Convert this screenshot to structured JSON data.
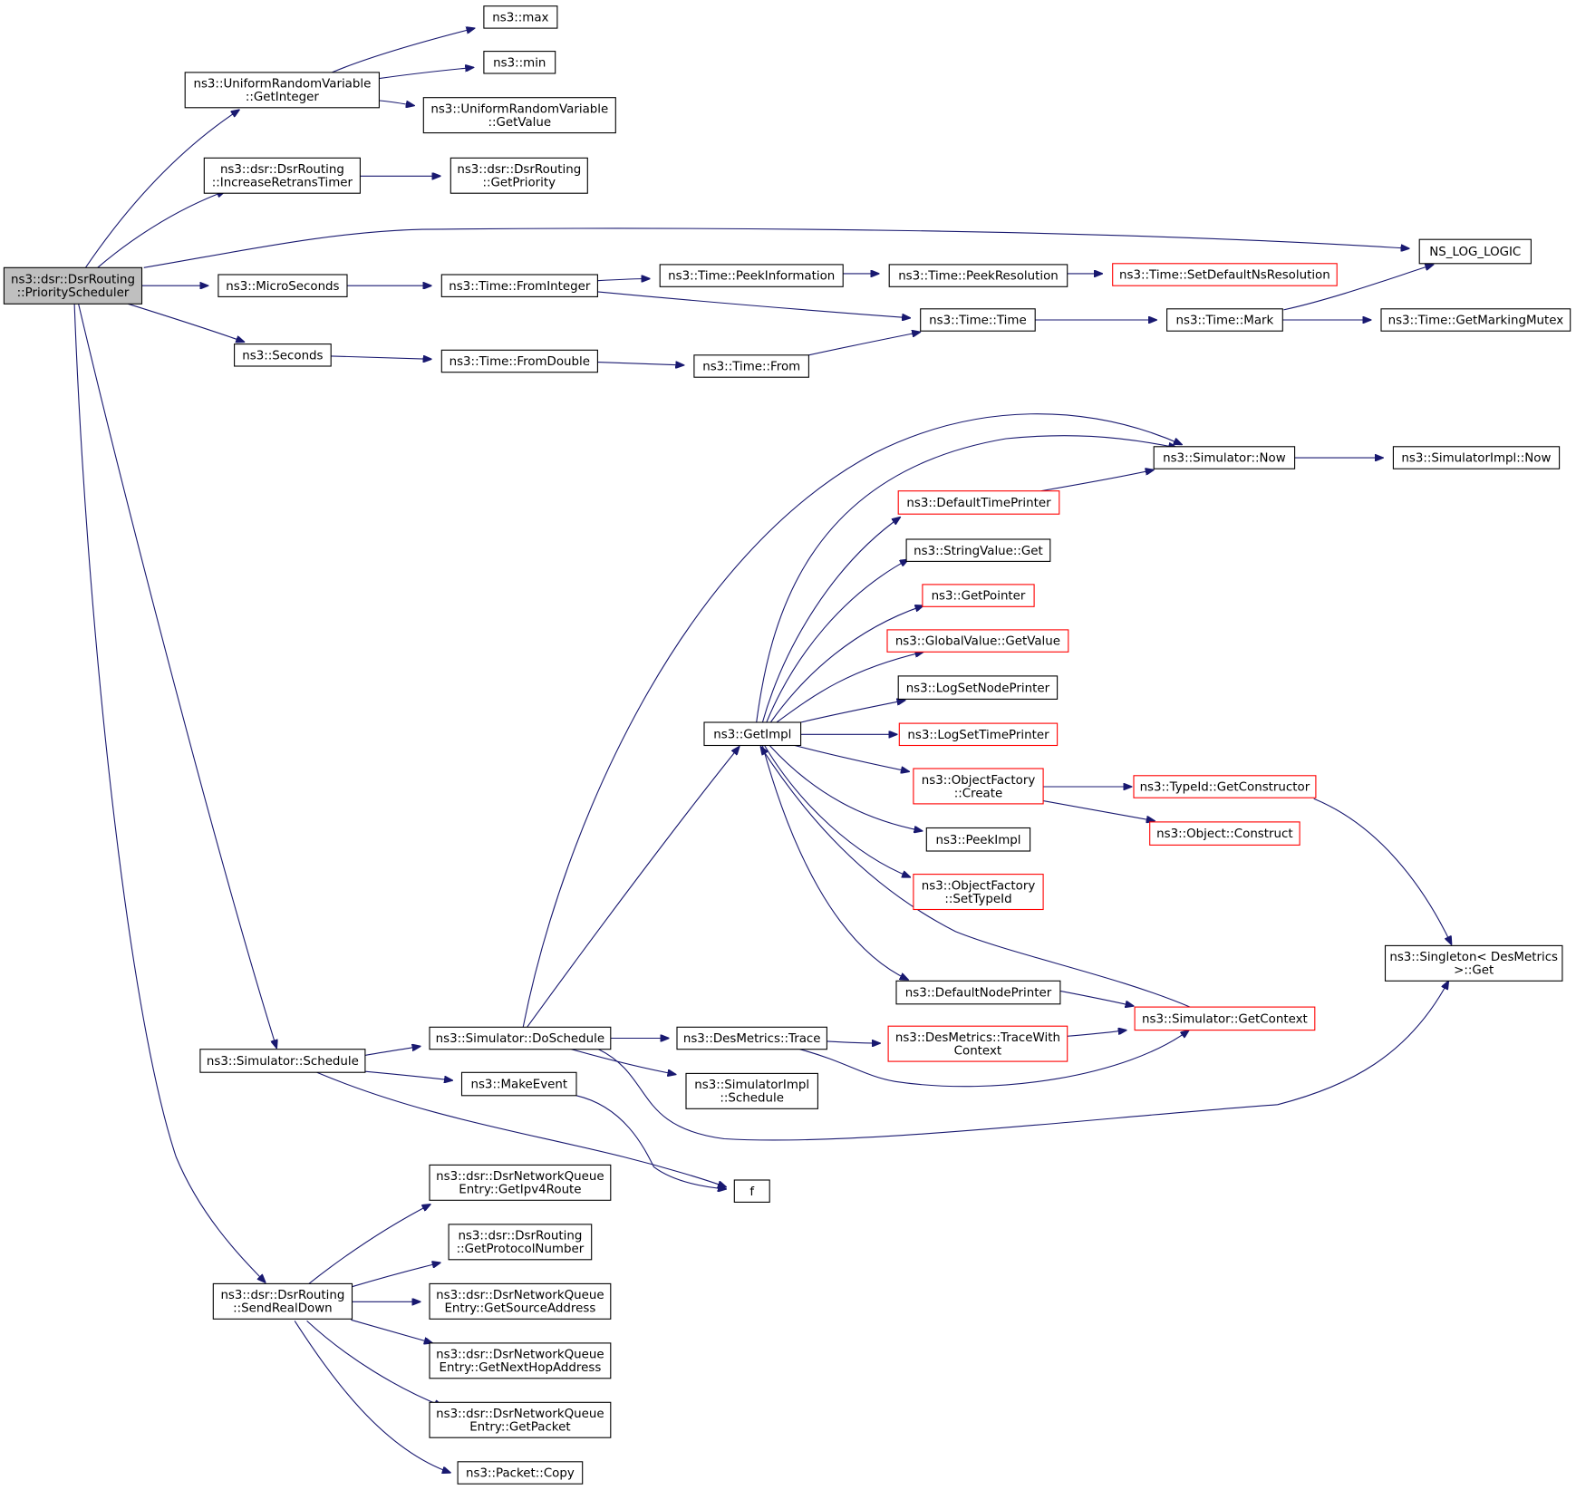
{
  "graph": {
    "title": "",
    "nodes": [
      {
        "id": "root",
        "lines": [
          "ns3::dsr::DsrRouting",
          "::PriorityScheduler"
        ],
        "style": "root"
      },
      {
        "id": "uni_getint",
        "lines": [
          "ns3::UniformRandomVariable",
          "::GetInteger"
        ],
        "style": "normal"
      },
      {
        "id": "max",
        "lines": [
          "ns3::max"
        ],
        "style": "normal"
      },
      {
        "id": "min",
        "lines": [
          "ns3::min"
        ],
        "style": "normal"
      },
      {
        "id": "uni_getval",
        "lines": [
          "ns3::UniformRandomVariable",
          "::GetValue"
        ],
        "style": "normal"
      },
      {
        "id": "incretrans",
        "lines": [
          "ns3::dsr::DsrRouting",
          "::IncreaseRetransTimer"
        ],
        "style": "normal"
      },
      {
        "id": "getpriority",
        "lines": [
          "ns3::dsr::DsrRouting",
          "::GetPriority"
        ],
        "style": "normal"
      },
      {
        "id": "nslog",
        "lines": [
          "NS_LOG_LOGIC"
        ],
        "style": "normal"
      },
      {
        "id": "micro",
        "lines": [
          "ns3::MicroSeconds"
        ],
        "style": "normal"
      },
      {
        "id": "fromint",
        "lines": [
          "ns3::Time::FromInteger"
        ],
        "style": "normal"
      },
      {
        "id": "peekinfo",
        "lines": [
          "ns3::Time::PeekInformation"
        ],
        "style": "normal"
      },
      {
        "id": "peekres",
        "lines": [
          "ns3::Time::PeekResolution"
        ],
        "style": "normal"
      },
      {
        "id": "setdefres",
        "lines": [
          "ns3::Time::SetDefaultNsResolution"
        ],
        "style": "red"
      },
      {
        "id": "timetime",
        "lines": [
          "ns3::Time::Time"
        ],
        "style": "normal"
      },
      {
        "id": "mark",
        "lines": [
          "ns3::Time::Mark"
        ],
        "style": "normal"
      },
      {
        "id": "markmutex",
        "lines": [
          "ns3::Time::GetMarkingMutex"
        ],
        "style": "normal"
      },
      {
        "id": "seconds",
        "lines": [
          "ns3::Seconds"
        ],
        "style": "normal"
      },
      {
        "id": "fromdouble",
        "lines": [
          "ns3::Time::FromDouble"
        ],
        "style": "normal"
      },
      {
        "id": "from",
        "lines": [
          "ns3::Time::From"
        ],
        "style": "normal"
      },
      {
        "id": "simnow",
        "lines": [
          "ns3::Simulator::Now"
        ],
        "style": "normal"
      },
      {
        "id": "simimplnow",
        "lines": [
          "ns3::SimulatorImpl::Now"
        ],
        "style": "normal"
      },
      {
        "id": "deftimeprinter",
        "lines": [
          "ns3::DefaultTimePrinter"
        ],
        "style": "red"
      },
      {
        "id": "strget",
        "lines": [
          "ns3::StringValue::Get"
        ],
        "style": "normal"
      },
      {
        "id": "getpointer",
        "lines": [
          "ns3::GetPointer"
        ],
        "style": "red"
      },
      {
        "id": "globalget",
        "lines": [
          "ns3::GlobalValue::GetValue"
        ],
        "style": "red"
      },
      {
        "id": "logsetnode",
        "lines": [
          "ns3::LogSetNodePrinter"
        ],
        "style": "normal"
      },
      {
        "id": "logsettime",
        "lines": [
          "ns3::LogSetTimePrinter"
        ],
        "style": "red"
      },
      {
        "id": "getimpl",
        "lines": [
          "ns3::GetImpl"
        ],
        "style": "normal"
      },
      {
        "id": "objcreate",
        "lines": [
          "ns3::ObjectFactory",
          "::Create"
        ],
        "style": "red"
      },
      {
        "id": "typeidctor",
        "lines": [
          "ns3::TypeId::GetConstructor"
        ],
        "style": "red"
      },
      {
        "id": "objconstruct",
        "lines": [
          "ns3::Object::Construct"
        ],
        "style": "red"
      },
      {
        "id": "peekimpl",
        "lines": [
          "ns3::PeekImpl"
        ],
        "style": "normal"
      },
      {
        "id": "objsettype",
        "lines": [
          "ns3::ObjectFactory",
          "::SetTypeId"
        ],
        "style": "red"
      },
      {
        "id": "singleton",
        "lines": [
          "ns3::Singleton< DesMetrics",
          " >::Get"
        ],
        "style": "normal"
      },
      {
        "id": "defnodeprinter",
        "lines": [
          "ns3::DefaultNodePrinter"
        ],
        "style": "normal"
      },
      {
        "id": "getcontext",
        "lines": [
          "ns3::Simulator::GetContext"
        ],
        "style": "red"
      },
      {
        "id": "schedule",
        "lines": [
          "ns3::Simulator::Schedule"
        ],
        "style": "normal"
      },
      {
        "id": "doschedule",
        "lines": [
          "ns3::Simulator::DoSchedule"
        ],
        "style": "normal"
      },
      {
        "id": "destrace",
        "lines": [
          "ns3::DesMetrics::Trace"
        ],
        "style": "normal"
      },
      {
        "id": "destracewith",
        "lines": [
          "ns3::DesMetrics::TraceWith",
          "Context"
        ],
        "style": "red"
      },
      {
        "id": "makeevent",
        "lines": [
          "ns3::MakeEvent"
        ],
        "style": "normal"
      },
      {
        "id": "simimplsched",
        "lines": [
          "ns3::SimulatorImpl",
          "::Schedule"
        ],
        "style": "normal"
      },
      {
        "id": "f",
        "lines": [
          "f"
        ],
        "style": "normal"
      },
      {
        "id": "getipv4",
        "lines": [
          "ns3::dsr::DsrNetworkQueue",
          "Entry::GetIpv4Route"
        ],
        "style": "normal"
      },
      {
        "id": "getproto",
        "lines": [
          "ns3::dsr::DsrRouting",
          "::GetProtocolNumber"
        ],
        "style": "normal"
      },
      {
        "id": "sendreal",
        "lines": [
          "ns3::dsr::DsrRouting",
          "::SendRealDown"
        ],
        "style": "normal"
      },
      {
        "id": "getsrc",
        "lines": [
          "ns3::dsr::DsrNetworkQueue",
          "Entry::GetSourceAddress"
        ],
        "style": "normal"
      },
      {
        "id": "getnexthop",
        "lines": [
          "ns3::dsr::DsrNetworkQueue",
          "Entry::GetNextHopAddress"
        ],
        "style": "normal"
      },
      {
        "id": "getpacket",
        "lines": [
          "ns3::dsr::DsrNetworkQueue",
          "Entry::GetPacket"
        ],
        "style": "normal"
      },
      {
        "id": "pktcopy",
        "lines": [
          "ns3::Packet::Copy"
        ],
        "style": "normal"
      }
    ],
    "edges": [
      [
        "root",
        "uni_getint"
      ],
      [
        "uni_getint",
        "max"
      ],
      [
        "uni_getint",
        "min"
      ],
      [
        "uni_getint",
        "uni_getval"
      ],
      [
        "root",
        "incretrans"
      ],
      [
        "incretrans",
        "getpriority"
      ],
      [
        "root",
        "nslog"
      ],
      [
        "root",
        "micro"
      ],
      [
        "micro",
        "fromint"
      ],
      [
        "fromint",
        "peekinfo"
      ],
      [
        "peekinfo",
        "peekres"
      ],
      [
        "peekres",
        "setdefres"
      ],
      [
        "fromint",
        "timetime"
      ],
      [
        "timetime",
        "mark"
      ],
      [
        "mark",
        "markmutex"
      ],
      [
        "mark",
        "nslog"
      ],
      [
        "root",
        "seconds"
      ],
      [
        "seconds",
        "fromdouble"
      ],
      [
        "fromdouble",
        "from"
      ],
      [
        "from",
        "timetime"
      ],
      [
        "root",
        "schedule"
      ],
      [
        "root",
        "sendreal"
      ],
      [
        "simnow",
        "simimplnow"
      ],
      [
        "deftimeprinter",
        "simnow"
      ],
      [
        "getimpl",
        "simnow"
      ],
      [
        "getimpl",
        "deftimeprinter"
      ],
      [
        "getimpl",
        "strget"
      ],
      [
        "getimpl",
        "getpointer"
      ],
      [
        "getimpl",
        "globalget"
      ],
      [
        "getimpl",
        "logsetnode"
      ],
      [
        "getimpl",
        "logsettime"
      ],
      [
        "getimpl",
        "objcreate"
      ],
      [
        "objcreate",
        "typeidctor"
      ],
      [
        "objcreate",
        "objconstruct"
      ],
      [
        "typeidctor",
        "singleton"
      ],
      [
        "getimpl",
        "peekimpl"
      ],
      [
        "getimpl",
        "objsettype"
      ],
      [
        "getimpl",
        "defnodeprinter"
      ],
      [
        "defnodeprinter",
        "getcontext"
      ],
      [
        "getcontext",
        "getimpl"
      ],
      [
        "schedule",
        "doschedule"
      ],
      [
        "schedule",
        "makeevent"
      ],
      [
        "schedule",
        "f"
      ],
      [
        "doschedule",
        "simnow"
      ],
      [
        "doschedule",
        "getimpl"
      ],
      [
        "doschedule",
        "destrace"
      ],
      [
        "doschedule",
        "simimplsched"
      ],
      [
        "doschedule",
        "singleton"
      ],
      [
        "destrace",
        "destracewith"
      ],
      [
        "destrace",
        "getcontext"
      ],
      [
        "destracewith",
        "getcontext"
      ],
      [
        "makeevent",
        "f"
      ],
      [
        "sendreal",
        "getipv4"
      ],
      [
        "sendreal",
        "getproto"
      ],
      [
        "sendreal",
        "getsrc"
      ],
      [
        "sendreal",
        "getnexthop"
      ],
      [
        "sendreal",
        "getpacket"
      ],
      [
        "sendreal",
        "pktcopy"
      ]
    ]
  }
}
